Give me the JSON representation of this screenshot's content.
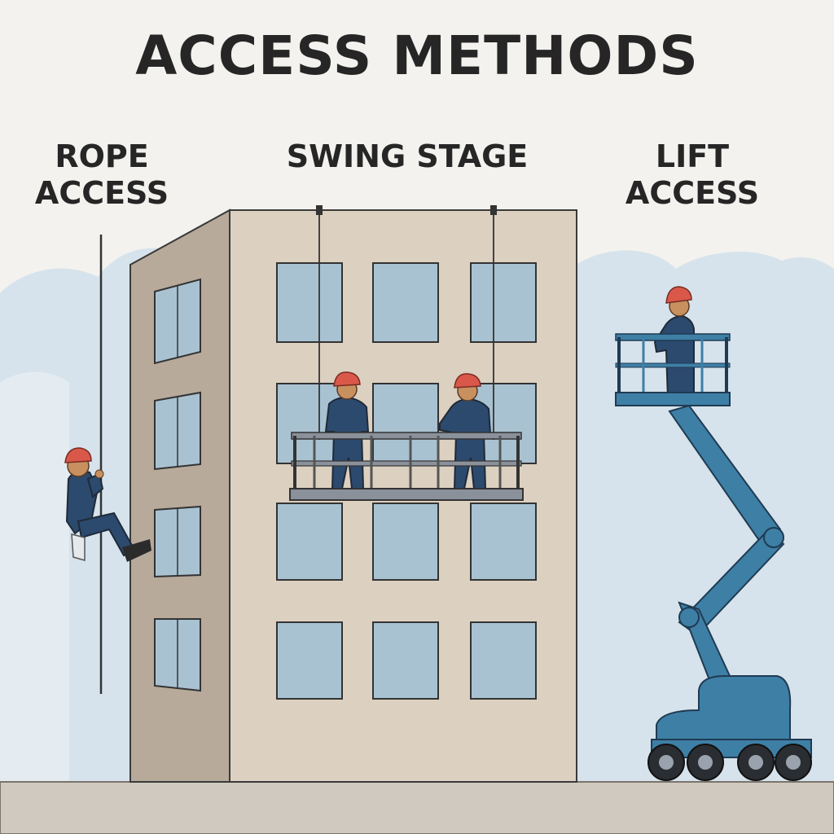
{
  "title": "ACCESS METHODS",
  "methods": {
    "rope": {
      "line1": "ROPE",
      "line2": "ACCESS"
    },
    "swing": {
      "line1": "SWING STAGE"
    },
    "lift": {
      "line1": "LIFT",
      "line2": "ACCESS"
    }
  },
  "colors": {
    "sky": "#d6e3ec",
    "background": "#f3f2ee",
    "building_front": "#dcd0c0",
    "building_side": "#b7aa9b",
    "window": "#a9c2d2",
    "uniform": "#2c4a6e",
    "helmet": "#d9584a",
    "lift": "#3e7fa6",
    "stage": "#8a919b",
    "ground": "#cfc9bf"
  },
  "icons": [
    "rope-icon",
    "hard-hat-icon",
    "swing-stage-icon",
    "boom-lift-icon",
    "building-icon"
  ]
}
